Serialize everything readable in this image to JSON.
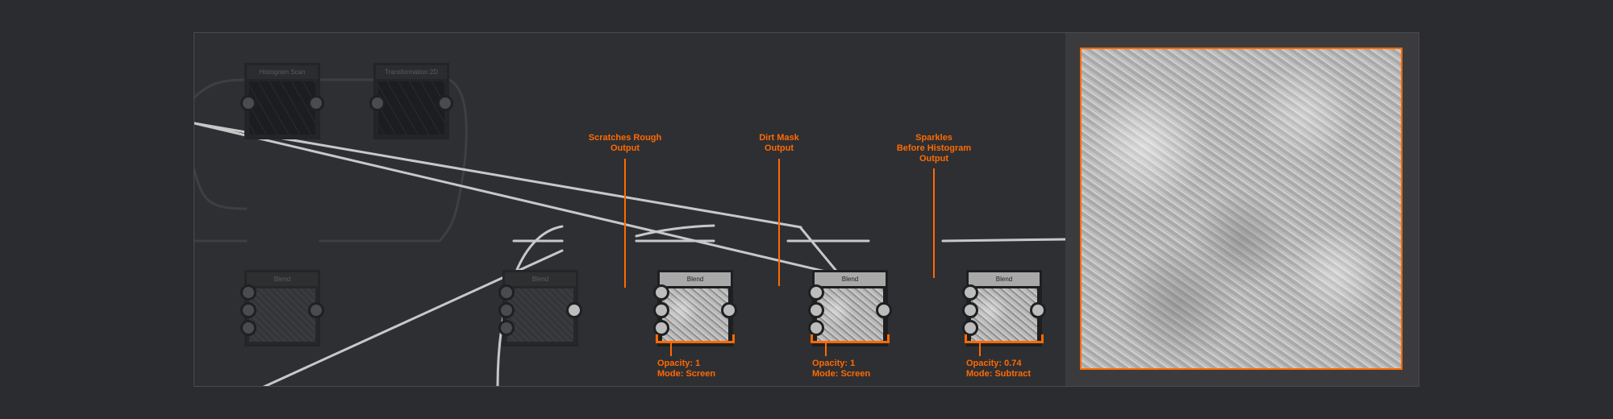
{
  "nodes": {
    "histogram_scan": "Histogram Scan",
    "transformation_2d": "Transformation 2D",
    "blend_1": "Blend",
    "blend_2": "Blend",
    "blend_3": "Blend",
    "blend_4": "Blend",
    "blend_5": "Blend"
  },
  "annotations": {
    "scratches": [
      "Scratches Rough",
      "Output"
    ],
    "dirt": [
      "Dirt Mask",
      "Output"
    ],
    "sparkles": [
      "Sparkles",
      "Before Histogram",
      "Output"
    ]
  },
  "blend_params": [
    {
      "opacity": "Opacity: 1",
      "mode": "Mode: Screen"
    },
    {
      "opacity": "Opacity: 1",
      "mode": "Mode: Screen"
    },
    {
      "opacity": "Opacity: 0.74",
      "mode": "Mode: Subtract"
    }
  ],
  "colors": {
    "accent": "#ff6a00",
    "background": "#2b2c30"
  }
}
